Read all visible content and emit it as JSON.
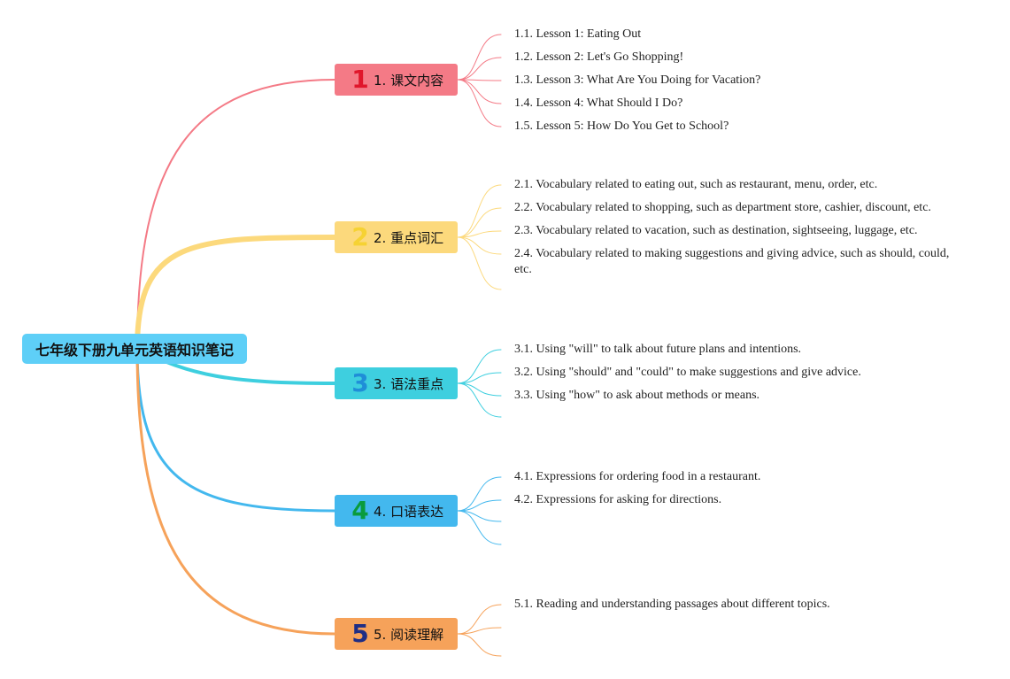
{
  "root": {
    "label": "七年级下册九单元英语知识笔记",
    "color": "#5ecff7"
  },
  "branches": [
    {
      "label": "1. 课文内容",
      "icon_number": "1",
      "color": "#f47a86",
      "icon_color": "#e0162b",
      "leaves": [
        "1.1. Lesson 1: Eating Out",
        "1.2. Lesson 2: Let's Go Shopping!",
        "1.3. Lesson 3: What Are You Doing for Vacation?",
        "1.4. Lesson 4: What Should I Do?",
        "1.5. Lesson 5: How Do You Get to School?"
      ]
    },
    {
      "label": "2. 重点词汇",
      "icon_number": "2",
      "color": "#fcd97c",
      "icon_color": "#f6d233",
      "leaves": [
        "2.1. Vocabulary related to eating out, such as restaurant, menu, order, etc.",
        "2.2. Vocabulary related to shopping, such as department store, cashier, discount, etc.",
        "2.3. Vocabulary related to vacation, such as destination, sightseeing, luggage, etc.",
        "2.4. Vocabulary related to making suggestions and giving advice, such as should, could, etc."
      ]
    },
    {
      "label": "3. 语法重点",
      "icon_number": "3",
      "color": "#3ecfdf",
      "icon_color": "#1f8ed8",
      "leaves": [
        "3.1. Using \"will\" to talk about future plans and intentions.",
        "3.2. Using \"should\" and \"could\" to make suggestions and give advice.",
        "3.3. Using \"how\" to ask about methods or means."
      ]
    },
    {
      "label": "4. 口语表达",
      "icon_number": "4",
      "color": "#43b8ee",
      "icon_color": "#0a9b3c",
      "leaves": [
        "4.1. Expressions for ordering food in a restaurant.",
        "4.2. Expressions for asking for directions."
      ]
    },
    {
      "label": "5. 阅读理解",
      "icon_number": "5",
      "color": "#f6a25a",
      "icon_color": "#1f2e85",
      "leaves": [
        "5.1. Reading and understanding passages about different topics."
      ]
    }
  ]
}
